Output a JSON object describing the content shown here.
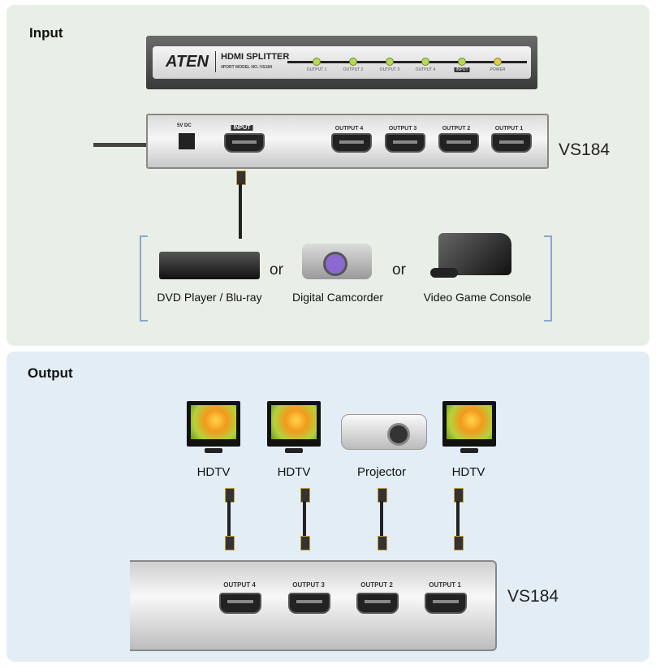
{
  "input_section": {
    "title": "Input",
    "front_panel": {
      "brand": "ATEN",
      "product": "HDMI SPLITTER",
      "model_line": "4PORT MODEL NO.:VS184",
      "leds": [
        "OUTPUT 1",
        "OUTPUT 2",
        "OUTPUT 3",
        "OUTPUT 4",
        "INPUT",
        "POWER"
      ]
    },
    "rear_panel": {
      "power_label": "5V DC",
      "input_label": "INPUT",
      "outputs": [
        "OUTPUT 4",
        "OUTPUT 3",
        "OUTPUT 2",
        "OUTPUT 1"
      ],
      "model": "VS184"
    },
    "sources": [
      "DVD Player / Blu-ray",
      "Digital Camcorder",
      "Video Game Console"
    ],
    "or": "or"
  },
  "output_section": {
    "title": "Output",
    "displays": [
      "HDTV",
      "HDTV",
      "Projector",
      "HDTV"
    ],
    "device": {
      "outputs": [
        "OUTPUT 4",
        "OUTPUT 3",
        "OUTPUT 2",
        "OUTPUT 1"
      ],
      "model": "VS184"
    }
  },
  "colors": {
    "input_bg": "#e9efe6",
    "output_bg": "#e3edf5",
    "bracket": "#8aa6d0",
    "led": "#b6d95a"
  }
}
